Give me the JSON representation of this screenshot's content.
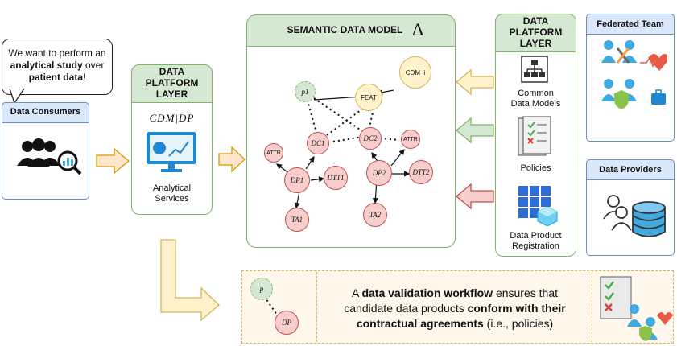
{
  "speech": {
    "line1": "We want to perform an",
    "line2_bold": "analytical study",
    "line2_rest": " over",
    "line3_bold": "patient data",
    "line3_rest": "!"
  },
  "consumers": {
    "title": "Data Consumers"
  },
  "platform_left": {
    "title_l1": "DATA",
    "title_l2": "PLATFORM",
    "title_l3": "LAYER",
    "formula": "CDM|DP",
    "label_l1": "Analytical",
    "label_l2": "Services"
  },
  "semantic": {
    "title": "SEMANTIC DATA MODEL",
    "delta": "Δ",
    "nodes": {
      "p1": "p1",
      "feat": "FEAT",
      "cdm_i": "CDM_i",
      "dc1": "DC1",
      "dc2": "DC2",
      "attr1": "ATTR",
      "attr2": "ATTR",
      "dp1": "DP1",
      "dp2": "DP2",
      "dtt1": "DTT1",
      "dtt2": "DTT2",
      "ta1": "TA1",
      "ta2": "TA2"
    }
  },
  "platform_right": {
    "title_l1": "DATA",
    "title_l2": "PLATFORM",
    "title_l3": "LAYER",
    "item1_l1": "Common",
    "item1_l2": "Data Models",
    "item2": "Policies",
    "item3_l1": "Data Product",
    "item3_l2": "Registration"
  },
  "federated": {
    "title": "Federated Team"
  },
  "providers": {
    "title": "Data Providers"
  },
  "validation": {
    "p": "p",
    "dp": "DP",
    "t1a": "A ",
    "t1b": "data validation workflow",
    "t1c": " ensures that",
    "t2a": "candidate data products ",
    "t2b": "conform with their",
    "t3a": "contractual agreements",
    "t3b": " (i.e., policies)"
  },
  "colors": {
    "blue_fill": "#dae8fc",
    "blue_border": "#6c8ebf",
    "green_fill": "#d5e8d4",
    "green_border": "#82b366",
    "orange_fill": "#ffe6cc",
    "orange_border": "#d79b00",
    "red_fill": "#f8cecc",
    "red_border": "#b85450",
    "icon_blue": "#3fa9e0",
    "validation_fill": "#fff7ec"
  }
}
